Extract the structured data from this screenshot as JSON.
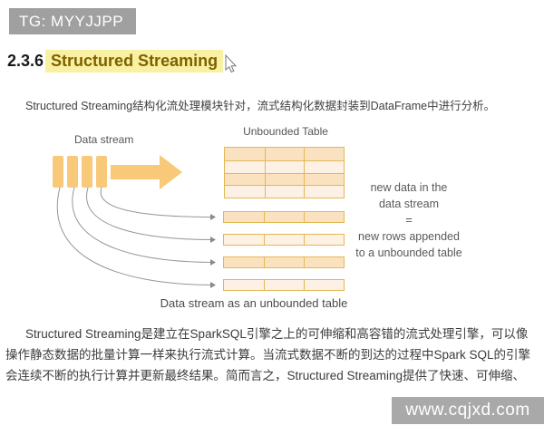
{
  "badge": {
    "text": "TG: MYYJJPP"
  },
  "heading": {
    "number": "2.3.6",
    "title": "Structured Streaming"
  },
  "paragraph1": "Structured Streaming结构化流处理模块针对，流式结构化数据封装到DataFrame中进行分析。",
  "diagram": {
    "stream_label": "Data stream",
    "table_label": "Unbounded Table",
    "caption": "Data stream as an unbounded table",
    "annotation": {
      "line1": "new data in the",
      "line2": "data stream",
      "equals": "=",
      "line3": "new rows appended",
      "line4": "to a unbounded table"
    },
    "structure": {
      "stream_bars": 4,
      "table_rows": 4,
      "table_cols": 3,
      "appended_rows": 4
    }
  },
  "paragraph2_lines": [
    "Structured Streaming是建立在SparkSQL引擎之上的可伸缩和高容错的流式处理引擎，可以像",
    "操作静态数据的批量计算一样来执行流式计算。当流式数据不断的到达的过程中Spark SQL的引擎",
    "会连续不断的执行计算并更新最终结果。简而言之，Structured Streaming提供了快速、可伸缩、"
  ],
  "watermark": {
    "text": "www.cqjxd.com"
  },
  "colors": {
    "accent": "#F7C979",
    "table_border": "#E3B852",
    "row_dark": "#FAE2C1",
    "row_light": "#FDF1E5",
    "highlight_bg": "#F9F1A2",
    "highlight_text": "#7F6000",
    "badge_bg": "#A0A0A0",
    "watermark_bg": "#A9A9A9",
    "text_main": "#2b2b2b",
    "text_muted": "#595959",
    "curve_gray": "#979797"
  }
}
